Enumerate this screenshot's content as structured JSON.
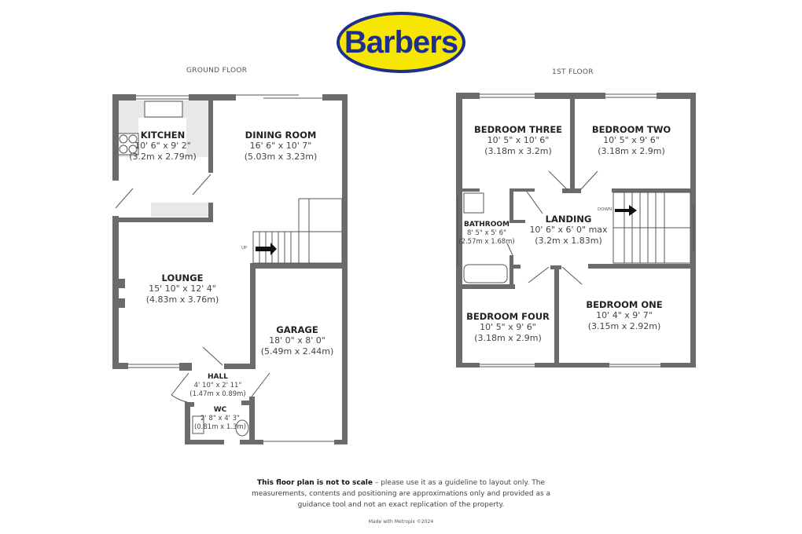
{
  "logo": {
    "text": "Barbers",
    "fill_color": "#f7e600",
    "border_color": "#1d2f8c",
    "text_color": "#1d2f8c"
  },
  "ground_floor": {
    "title": "GROUND FLOOR",
    "stairs_label": "UP",
    "rooms": [
      {
        "name": "KITCHEN",
        "imperial": "10' 6\" x 9' 2\"",
        "metric": "(3.2m x 2.79m)"
      },
      {
        "name": "DINING ROOM",
        "imperial": "16' 6\" x 10' 7\"",
        "metric": "(5.03m x 3.23m)"
      },
      {
        "name": "LOUNGE",
        "imperial": "15' 10\" x 12' 4\"",
        "metric": "(4.83m x 3.76m)"
      },
      {
        "name": "GARAGE",
        "imperial": "18' 0\" x 8' 0\"",
        "metric": "(5.49m x 2.44m)"
      },
      {
        "name": "HALL",
        "imperial": "4' 10\" x 2' 11\"",
        "metric": "(1.47m x 0.89m)"
      },
      {
        "name": "WC",
        "imperial": "2' 8\" x 4' 3\"",
        "metric": "(0.81m x 1.3m)"
      }
    ]
  },
  "first_floor": {
    "title": "1ST FLOOR",
    "stairs_label": "DOWN",
    "rooms": [
      {
        "name": "BEDROOM THREE",
        "imperial": "10' 5\" x 10' 6\"",
        "metric": "(3.18m x 3.2m)"
      },
      {
        "name": "BEDROOM TWO",
        "imperial": "10' 5\" x 9' 6\"",
        "metric": "(3.18m x 2.9m)"
      },
      {
        "name": "LANDING",
        "imperial": "10' 6\" x 6' 0\" max",
        "metric": "(3.2m x 1.83m)"
      },
      {
        "name": "BATHROOM",
        "imperial": "8' 5\" x 5' 6\"",
        "metric": "(2.57m x 1.68m)"
      },
      {
        "name": "BEDROOM FOUR",
        "imperial": "10' 5\" x 9' 6\"",
        "metric": "(3.18m x 2.9m)"
      },
      {
        "name": "BEDROOM ONE",
        "imperial": "10' 4\" x 9' 7\"",
        "metric": "(3.15m x 2.92m)"
      }
    ]
  },
  "disclaimer": {
    "bold": "This floor plan is not to scale",
    "text": " – please use it as a guideline to layout only. The measurements, contents and positioning are approximations only and provided as a guidance tool and not an exact replication of the property."
  },
  "credit": "Made with Metropix ©2024",
  "colors": {
    "wall": "#6b6b6b",
    "fixture": "#e6e6e6"
  }
}
